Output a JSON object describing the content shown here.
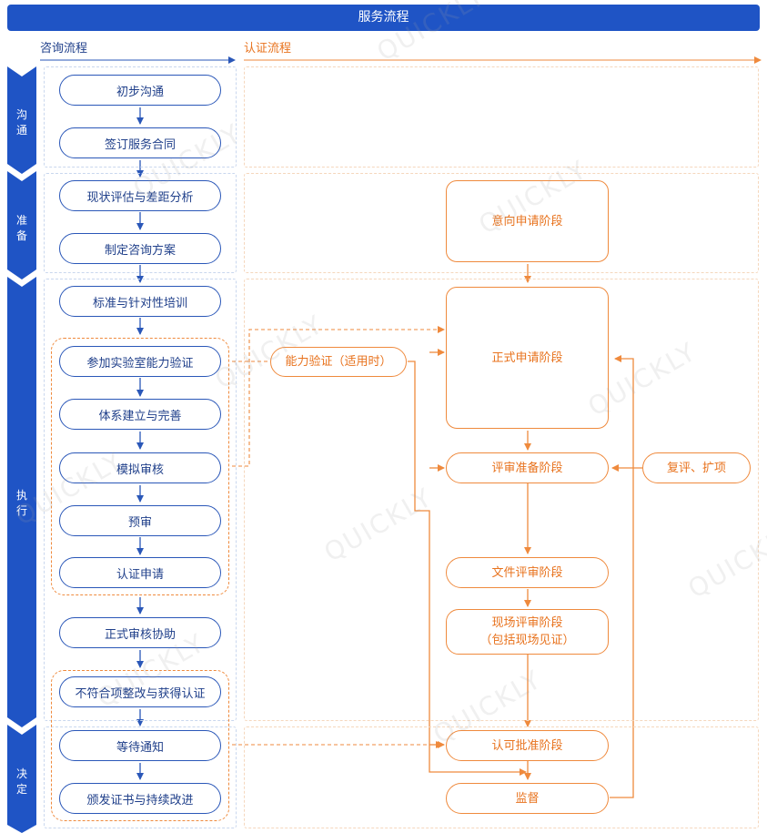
{
  "title": "服务流程",
  "headers": {
    "consult": "咨询流程",
    "cert": "认证流程"
  },
  "phases": [
    {
      "id": "goutong",
      "label": "沟通"
    },
    {
      "id": "zhunbei",
      "label": "准备"
    },
    {
      "id": "zhixing",
      "label": "执行"
    },
    {
      "id": "jueding",
      "label": "决定"
    }
  ],
  "consult_steps": [
    "初步沟通",
    "签订服务合同",
    "现状评估与差距分析",
    "制定咨询方案",
    "标准与针对性培训",
    "参加实验室能力验证",
    "体系建立与完善",
    "模拟审核",
    "预审",
    "认证申请",
    "正式审核协助",
    "不符合项整改与获得认证",
    "等待通知",
    "颁发证书与持续改进"
  ],
  "cert_steps": {
    "intent": "意向申请阶段",
    "formal": "正式申请阶段",
    "prep": "评审准备阶段",
    "doc": "文件评审阶段",
    "site_line1": "现场评审阶段",
    "site_line2": "（包括现场见证）",
    "approval": "认可批准阶段",
    "supervision": "监督"
  },
  "side_nodes": {
    "proficiency": "能力验证（适用时）",
    "review": "复评、扩项"
  },
  "watermark": "QUICKLY",
  "colors": {
    "blue": "#1f54c5",
    "orange": "#ef8a3d"
  }
}
